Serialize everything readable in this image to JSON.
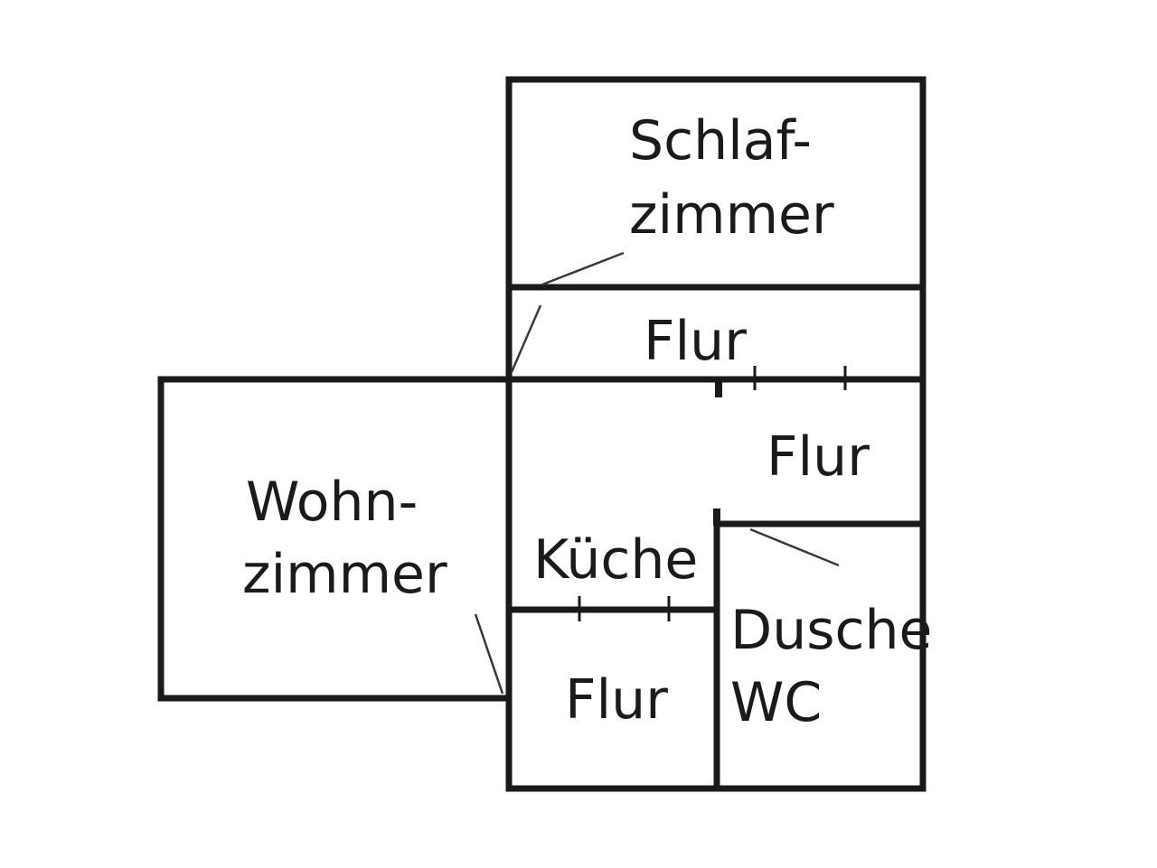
{
  "rooms": {
    "schlafzimmer": {
      "line1": "Schlaf-",
      "line2": "zimmer"
    },
    "flur_top": {
      "label": "Flur"
    },
    "flur_middle": {
      "label": "Flur"
    },
    "wohnzimmer": {
      "line1": "Wohn-",
      "line2": "zimmer"
    },
    "kueche": {
      "label": "Küche"
    },
    "flur_bottom": {
      "label": "Flur"
    },
    "dusche_wc": {
      "line1": "Dusche",
      "line2": "WC"
    }
  }
}
